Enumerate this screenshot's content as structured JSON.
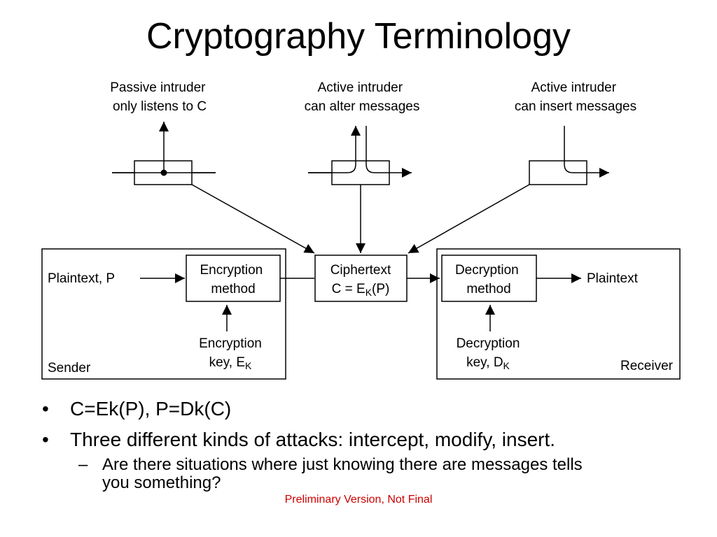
{
  "title": "Cryptography Terminology",
  "diagram": {
    "intruders": {
      "passive": [
        "Passive intruder",
        "only listens to C"
      ],
      "alter": [
        "Active intruder",
        "can alter messages"
      ],
      "insert": [
        "Active intruder",
        "can insert messages"
      ]
    },
    "sender_label": "Sender",
    "receiver_label": "Receiver",
    "plaintext_in": "Plaintext, P",
    "encryption_method": [
      "Encryption",
      "method"
    ],
    "encryption_key": {
      "line1": "Encryption",
      "line2": "key, E",
      "sub": "K"
    },
    "ciphertext": {
      "line1": "Ciphertext",
      "line2_pre": "C = E",
      "sub": "K",
      "line2_post": "(P)"
    },
    "decryption_method": [
      "Decryption",
      "method"
    ],
    "decryption_key": {
      "line1": "Decryption",
      "line2": "key, D",
      "sub": "K"
    },
    "plaintext_out": "Plaintext"
  },
  "bullets": [
    {
      "marker": "•",
      "text": "C=Ek(P), P=Dk(C)"
    },
    {
      "marker": "•",
      "text": "Three different kinds of attacks: intercept, modify, insert."
    }
  ],
  "subbullets": [
    {
      "marker": "–",
      "line1": "Are there situations where just knowing there are messages tells",
      "line2": "you something?"
    }
  ],
  "footer": {
    "text": "Preliminary Version, Not Final",
    "color": "#cc0000"
  }
}
